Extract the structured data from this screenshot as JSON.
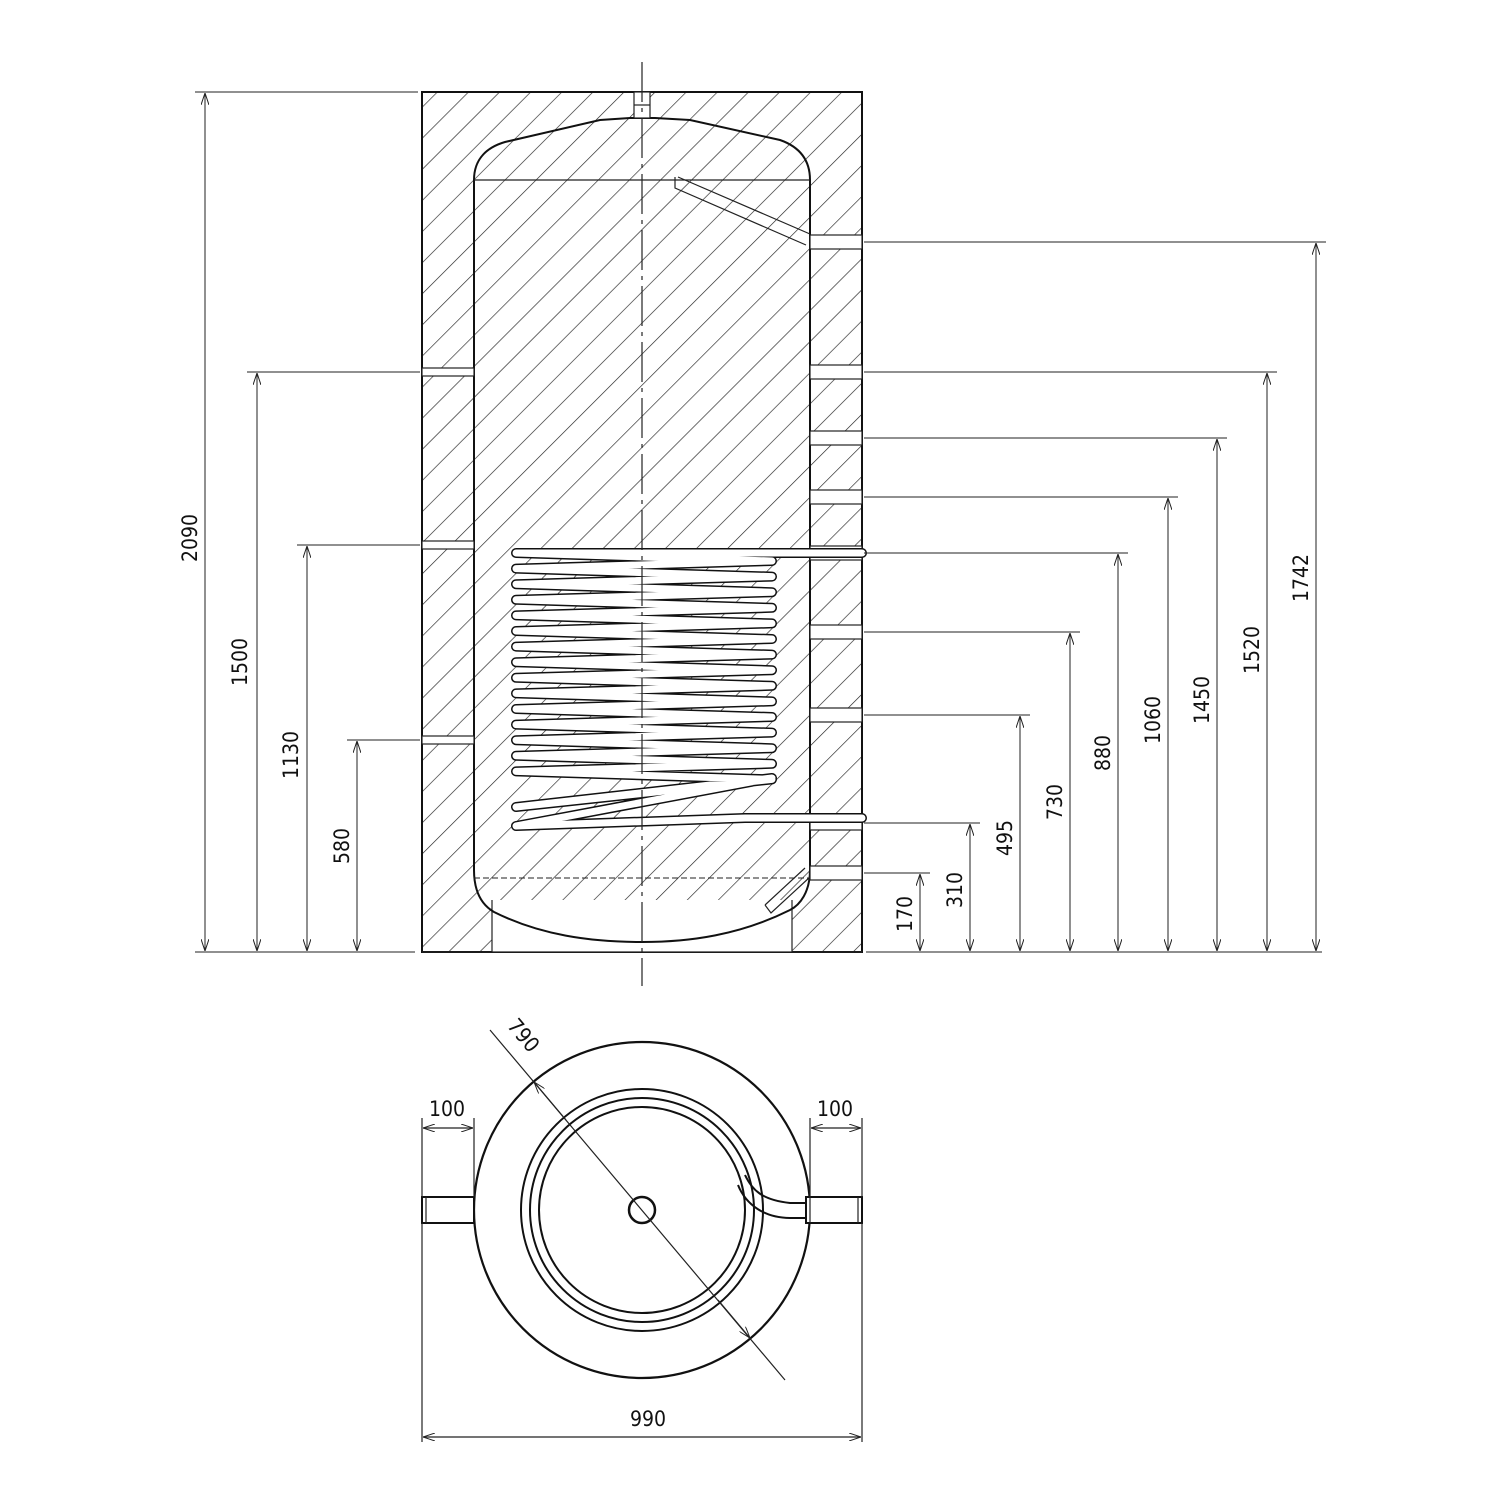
{
  "front_view": {
    "left_dimensions": [
      "2090",
      "1500",
      "1130",
      "580"
    ],
    "right_dimensions": [
      "170",
      "310",
      "495",
      "730",
      "880",
      "1060",
      "1450",
      "1520",
      "1742"
    ]
  },
  "top_view": {
    "insulation_left": "100",
    "insulation_right": "100",
    "tank_diameter": "790",
    "outer_diameter": "990"
  }
}
